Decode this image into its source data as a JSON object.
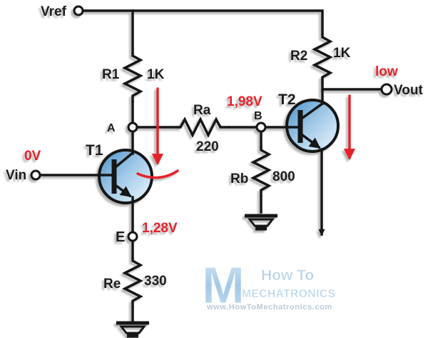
{
  "colors": {
    "wire": "#161616",
    "label": "#1c1c1c",
    "annotation_red": "#e5202a",
    "transistor_blue_dark": "#4a8fc7",
    "transistor_blue_light": "#eaf6fe",
    "watermark_blue": "#aecde8"
  },
  "terminals": {
    "vref": "Vref",
    "vin": "Vin",
    "vout": "Vout"
  },
  "nodes": {
    "a": "A",
    "b": "B",
    "e": "E"
  },
  "transistors": {
    "t1": "T1",
    "t2": "T2"
  },
  "resistors": {
    "r1": {
      "name": "R1",
      "value": "1K"
    },
    "r2": {
      "name": "R2",
      "value": "1K"
    },
    "ra": {
      "name": "Ra",
      "value": "220"
    },
    "rb": {
      "name": "Rb",
      "value": "800"
    },
    "re": {
      "name": "Re",
      "value": "330"
    }
  },
  "annotations": {
    "input_voltage": "0V",
    "node_b_voltage": "1,98V",
    "node_e_voltage": "1,28V",
    "output_state": "low"
  },
  "watermark": {
    "logo_letter": "M",
    "brand_line1": "How To",
    "brand_line2": "MECHATRONICS",
    "url": "www.HowToMechatronics.com"
  }
}
